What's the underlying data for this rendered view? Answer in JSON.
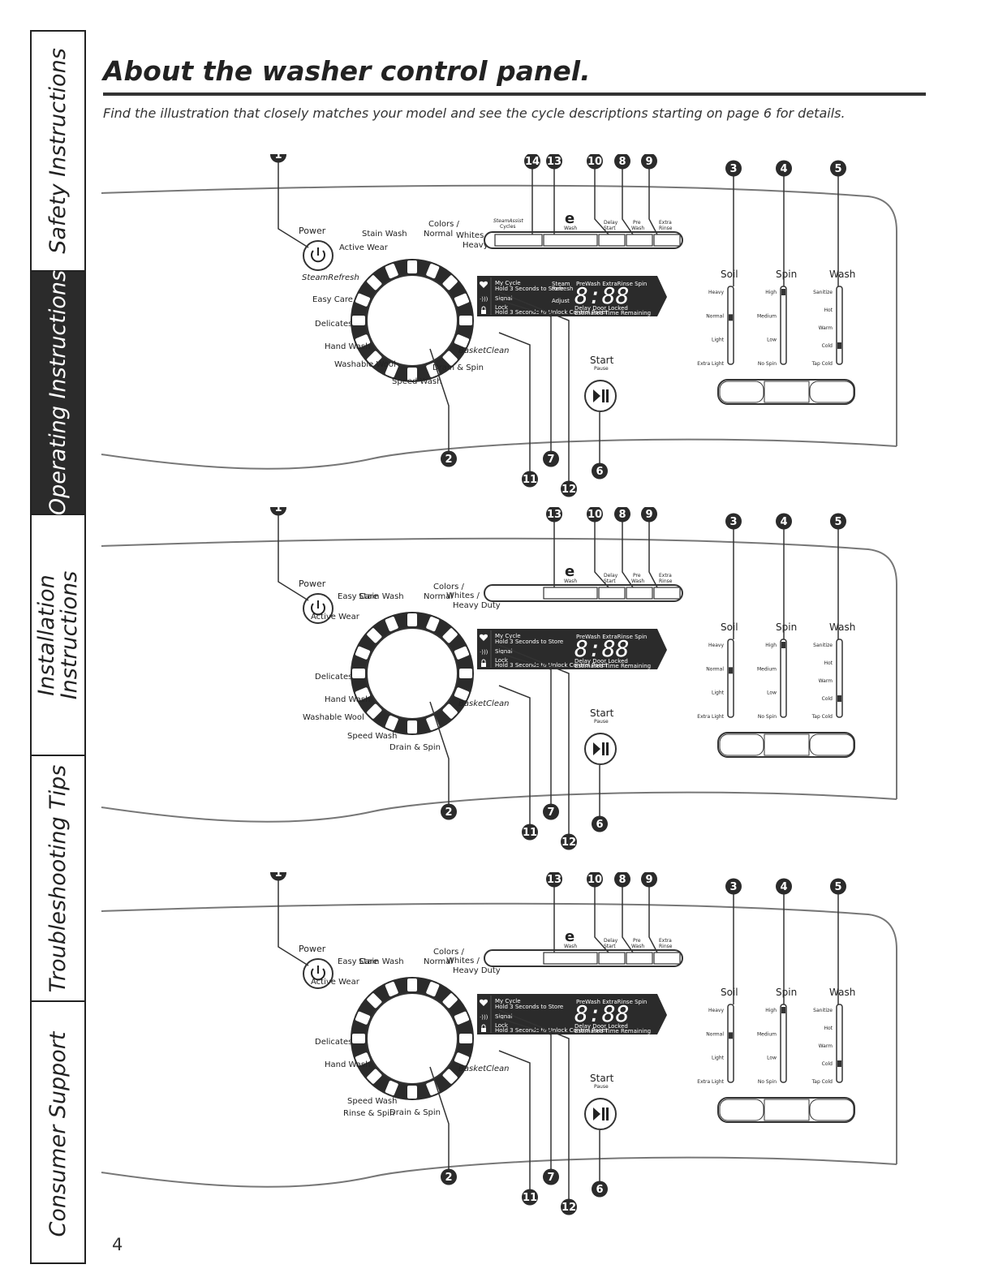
{
  "sidebar": {
    "tabs": [
      {
        "label": "Safety Instructions",
        "active": false
      },
      {
        "label": "Operating Instructions",
        "active": true
      },
      {
        "label": "Installation Instructions",
        "active": false
      },
      {
        "label": "Troubleshooting Tips",
        "active": false
      },
      {
        "label": "Consumer Support",
        "active": false
      }
    ]
  },
  "title": "About the washer control panel.",
  "subtitle": "Find the illustration that closely matches your model and see the cycle descriptions starting on page 6 for details.",
  "page_number": "4",
  "panel_common": {
    "power": "Power",
    "colors": "Colors /",
    "normal": "Normal",
    "whites": "Whites /",
    "heavy_duty": "Heavy Duty",
    "stain_wash": "Stain Wash",
    "easy_care": "Easy Care",
    "active_wear": "Active Wear",
    "delicates": "Delicates",
    "hand_wash": "Hand Wash",
    "washable_wool": "Washable Wool",
    "speed_wash": "Speed Wash",
    "drain_spin": "Drain & Spin",
    "rinse_spin": "Rinse & Spin",
    "basket_clean": "BasketClean",
    "steam_refresh": "SteamRefresh",
    "steam_assist": "SteamAssist",
    "cycles": "Cycles",
    "e": "e",
    "e_wash": "Wash",
    "delay": "Delay",
    "start_small": "Start",
    "pre": "Pre",
    "wash_small": "Wash",
    "extra": "Extra",
    "rinse": "Rinse",
    "my_cycle": "My Cycle",
    "hold_save": "Hold 3 Seconds to Store",
    "signal": "Signal",
    "lock": "Lock",
    "hold_lock": "Hold 3 Seconds to Unlock Control Panel",
    "display_steam": "Steam",
    "display_flags": "PreWash  ExtraRinse  Spin",
    "display_refresh": "Refresh",
    "display_adjust": "Adjust",
    "digits": "8:88",
    "delay_door_locked": "Delay  Door Locked",
    "est_time": "Estimated Time Remaining",
    "start_btn": "Start",
    "pause": "Pause",
    "soil": "Soil",
    "spin": "Spin",
    "wash": "Wash",
    "soil_levels": [
      "Heavy",
      "Normal",
      "Light",
      "Extra Light"
    ],
    "spin_levels": [
      "High",
      "Medium",
      "Low",
      "No Spin"
    ],
    "wash_levels": [
      "Sanitize",
      "Hot",
      "Warm",
      "Cold",
      "Tap Cold"
    ]
  },
  "callouts": [
    "1",
    "2",
    "3",
    "4",
    "5",
    "6",
    "7",
    "8",
    "9",
    "10",
    "11",
    "12",
    "13",
    "14"
  ]
}
